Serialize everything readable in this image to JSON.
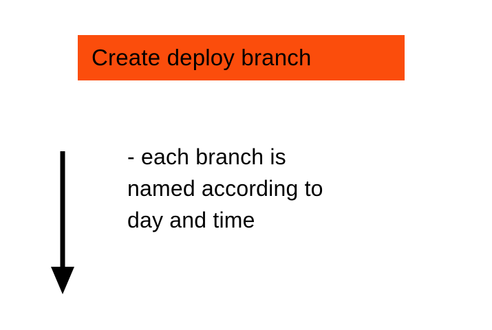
{
  "slide": {
    "background_color": "#ffffff"
  },
  "title_box": {
    "label": "Create deploy branch",
    "background_color": "#fb4d0c",
    "text_color": "#000000"
  },
  "note": {
    "lines": {
      "0": "- each branch is",
      "1": "named according to",
      "2": "day and time"
    }
  },
  "arrow": {
    "direction": "down",
    "color": "#000000"
  }
}
